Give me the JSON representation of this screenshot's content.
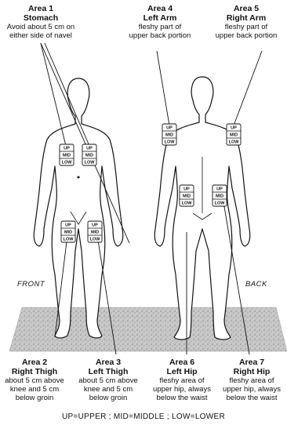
{
  "areas": [
    {
      "id": "1",
      "title": "Area 1",
      "name": "Stomach",
      "desc": [
        "Avoid about 5 cm on",
        "either side of navel"
      ]
    },
    {
      "id": "4",
      "title": "Area 4",
      "name": "Left Arm",
      "desc": [
        "fleshy part of",
        "upper back portion"
      ]
    },
    {
      "id": "5",
      "title": "Area 5",
      "name": "Right Arm",
      "desc": [
        "fleshy part of",
        "upper back portion"
      ]
    },
    {
      "id": "2",
      "title": "Area 2",
      "name": "Right Thigh",
      "desc": [
        "about 5 cm above",
        "knee and 5 cm",
        "below groin"
      ]
    },
    {
      "id": "3",
      "title": "Area 3",
      "name": "Left Thigh",
      "desc": [
        "about 5 cm above",
        "knee and 5 cm",
        "below groin"
      ]
    },
    {
      "id": "6",
      "title": "Area 6",
      "name": "Left Hip",
      "desc": [
        "fleshy area of",
        "upper hip, always",
        "below the waist"
      ]
    },
    {
      "id": "7",
      "title": "Area 7",
      "name": "Right Hip",
      "desc": [
        "fleshy area of",
        "upper hip, always",
        "below the waist"
      ]
    }
  ],
  "views": {
    "front": "FRONT",
    "back": "BACK"
  },
  "site_labels": {
    "up": "UP",
    "mid": "MID",
    "low": "LOW"
  },
  "legend": "UP=UPPER  ;  MID=MIDDLE  ;  LOW=LOWER"
}
